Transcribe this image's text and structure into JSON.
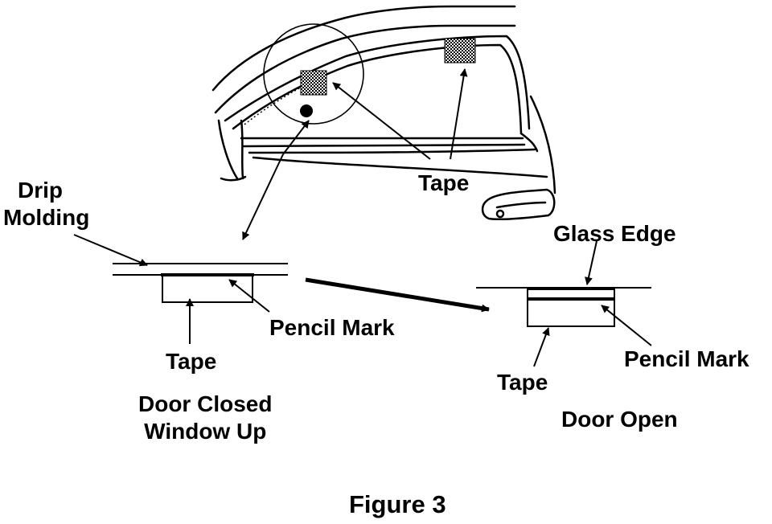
{
  "labels": {
    "drip_line1": "Drip",
    "drip_line2": "Molding",
    "tape_top": "Tape",
    "glass_edge": "Glass Edge",
    "pencil_mark_left": "Pencil Mark",
    "tape_left": "Tape",
    "door_closed_line1": "Door Closed",
    "door_closed_line2": "Window Up",
    "tape_right": "Tape",
    "pencil_mark_right": "Pencil Mark",
    "door_open": "Door Open",
    "figure_caption": "Figure 3"
  }
}
